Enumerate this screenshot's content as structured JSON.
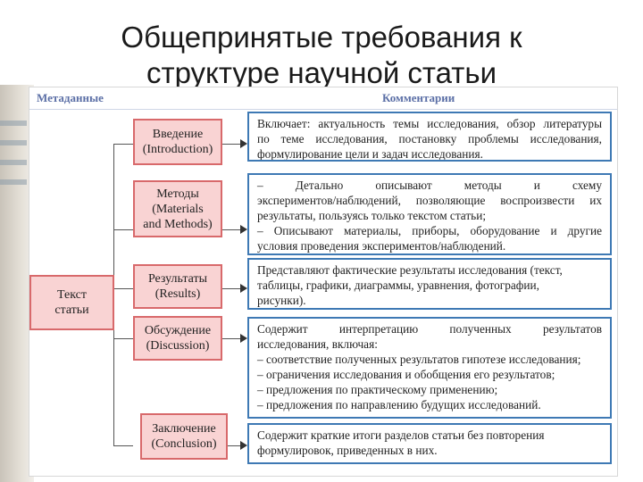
{
  "title_line1": "Общепринятые требования к",
  "title_line2": "структуре научной статьи",
  "headers": {
    "left": "Метаданные",
    "right": "Комментарии"
  },
  "root": "Текст\nстатьи",
  "sections": [
    {
      "name": "Введение\n(Introduction)",
      "comment_lines": [
        "Включает: актуальность темы исследования, обзор литературы",
        "по теме исследования, постановку проблемы исследования,",
        "формулирование цели и задач исследования."
      ]
    },
    {
      "name": "Методы\n(Materials\nand Methods)",
      "comment_lines": [
        "– Детально описывают методы и схему",
        "экспериментов/наблюдений, позволяющие воспроизвести их",
        "результаты, пользуясь только текстом статьи;",
        "– Описывают материалы, приборы, оборудование и другие",
        "условия проведения экспериментов/наблюдений."
      ]
    },
    {
      "name": "Результаты\n(Results)",
      "comment_lines": [
        "Представляют фактические результаты исследования (текст,",
        "таблицы, графики, диаграммы, уравнения, фотографии,",
        "рисунки)."
      ]
    },
    {
      "name": "Обсуждение\n(Discussion)",
      "comment_lines": [
        "Содержит интерпретацию полученных результатов",
        "исследования, включая:",
        "– соответствие полученных результатов гипотезе исследования;",
        "– ограничения исследования и обобщения его результатов;",
        "– предложения по практическому применению;",
        "– предложения по направлению будущих исследований."
      ]
    },
    {
      "name": "Заключение\n(Conclusion)",
      "comment_lines": [
        "Содержит краткие итоги разделов статьи без повторения",
        "формулировок, приведенных в них."
      ]
    }
  ]
}
